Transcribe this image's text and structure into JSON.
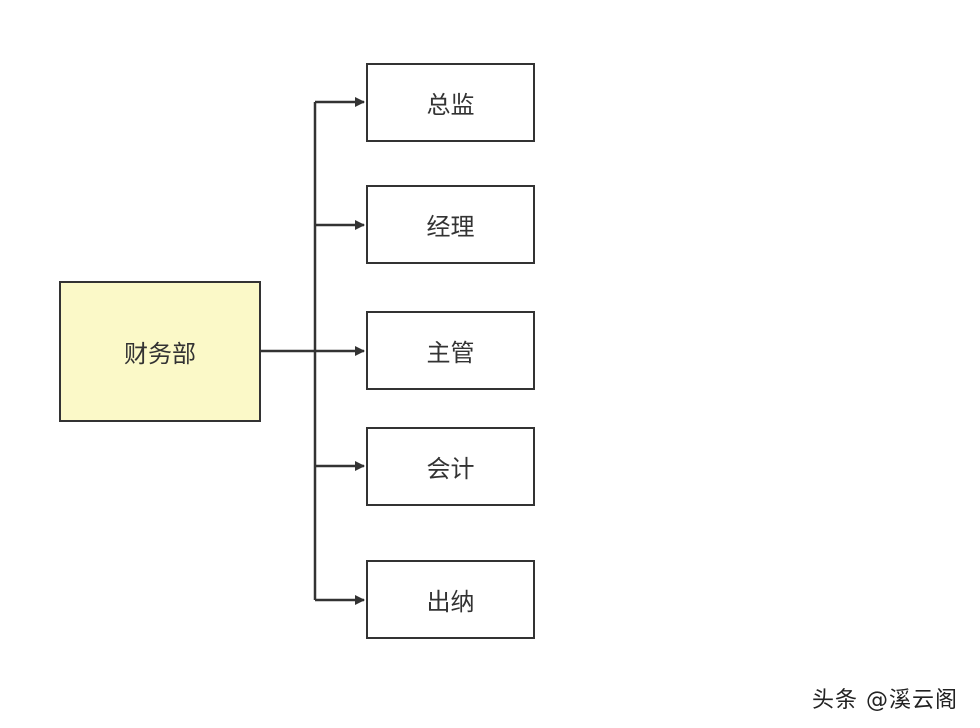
{
  "diagram": {
    "root": {
      "label": "财务部",
      "fill": "#fbf9c8"
    },
    "children": [
      {
        "label": "总监"
      },
      {
        "label": "经理"
      },
      {
        "label": "主管"
      },
      {
        "label": "会计"
      },
      {
        "label": "出纳"
      }
    ],
    "stroke_color": "#333333"
  },
  "watermark": {
    "text": "头条 @溪云阁"
  }
}
